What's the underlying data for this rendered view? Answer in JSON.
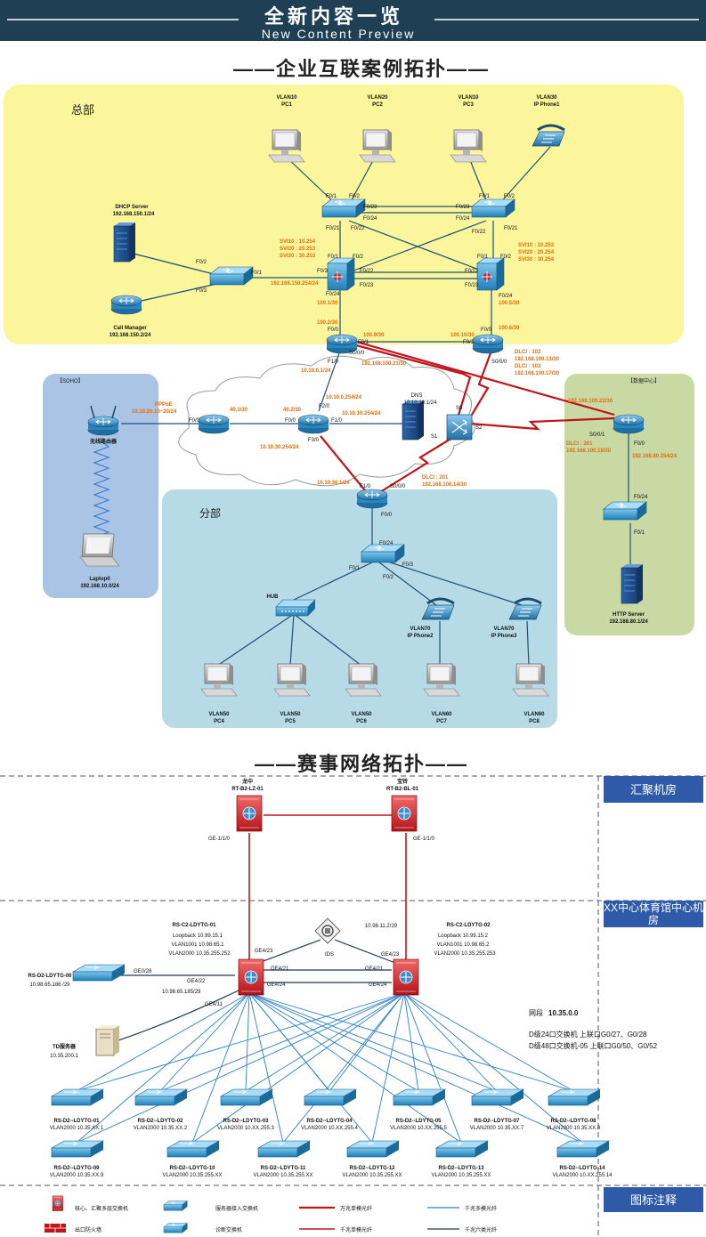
{
  "header": {
    "title": "全新内容一览",
    "subtitle": "New Content Preview"
  },
  "section1": {
    "title": "——企业互联案例拓扑——",
    "zones": {
      "hq": "总部",
      "soho": "【SOHO】",
      "branch": "分部",
      "dc": "【数据中心】"
    },
    "hq": {
      "pcs": [
        {
          "vlan": "VLAN10",
          "name": "PC1"
        },
        {
          "vlan": "VLAN20",
          "name": "PC2"
        },
        {
          "vlan": "VLAN10",
          "name": "PC3"
        }
      ],
      "phone": {
        "vlan": "VLAN30",
        "name": "IP Phone1"
      },
      "dhcp": {
        "name": "DHCP Server",
        "ip": "192.168.150.1/24"
      },
      "callmgr": {
        "name": "Call Manager",
        "ip": "192.168.150.2/24"
      },
      "svi_left": [
        "SVI10 : 10.254",
        "SVI20 : 20.253",
        "SVI30 : 30.253"
      ],
      "svi_right": [
        "SVI10 : 10.253",
        "SVI20 : 20.254",
        "SVI30 : 30.254"
      ],
      "access_ports_left": [
        "F0/1",
        "F0/2",
        "F0/23",
        "F0/24",
        "F0/21",
        "F0/22"
      ],
      "access_ports_right": [
        "F0/1",
        "F0/2",
        "F0/23",
        "F0/24",
        "F0/21",
        "F0/22"
      ],
      "core_ports_left": [
        "F0/1",
        "F0/2",
        "F0/3",
        "F0/22",
        "F0/23",
        "F0/24"
      ],
      "core_ports_right": [
        "F0/1",
        "F0/2",
        "F0/22",
        "F0/23",
        "F0/24"
      ],
      "sw_ports": [
        "F0/2",
        "F0/1",
        "F0/3"
      ],
      "link_left": "192.168.150.254/24",
      "core_left_ip": "100.1/30",
      "core_left_ip2": "100.2/30",
      "core_right_ip": "100.5/30",
      "core_right_ip2": "100.6/30",
      "r1": {
        "f00": "F0/0",
        "f01": "F0/1",
        "s000": "S0/0/0",
        "f10": "F1/0",
        "ip1": "100.9/30",
        "ip2": "192.168.100.21/30"
      },
      "r2": {
        "f00": "F0/0",
        "f01": "F0/1",
        "s000": "S0/0/0",
        "ip": "100.10/30",
        "dlci": [
          "DLCI : 102",
          "192.168.100.13/30",
          "DLCI : 103",
          "192.168.100.17/30"
        ]
      }
    },
    "wan": {
      "r1_ip": "10.10.0.1/24",
      "cloud_ip1": "10.10.0.254/24",
      "cloud_ip2": "10.10.10.254/24",
      "dns": {
        "name": "DNS",
        "ip": "10.10.10.1/24"
      },
      "pppoe": [
        "PPPoE",
        "10.10.20.10~20/24"
      ],
      "isp_ports": [
        "40.1/30",
        "40.2/30",
        "F0/0",
        "F0/0",
        "F1/0",
        "F2/0",
        "F3/0"
      ],
      "isp_ip": "10.10.30.254/24",
      "fr_ports": [
        "S0",
        "S1",
        "S2"
      ]
    },
    "soho": {
      "router": "无线路由器",
      "laptop": "Laptop0",
      "laptop_ip": "192.168.10.0/24"
    },
    "branch": {
      "router_ports": [
        "F1/0",
        "S0/0/0",
        "F0/0"
      ],
      "router_ip": "10.10.30.1/24",
      "dlci": [
        "DLCI : 201",
        "192.168.100.14/30"
      ],
      "sw_ports": [
        "F0/24",
        "F0/1",
        "F0/2",
        "F0/3"
      ],
      "hub": "HUB",
      "phones": [
        {
          "vlan": "VLAN70",
          "name": "IP Phone2"
        },
        {
          "vlan": "VLAN70",
          "name": "IP Phone3"
        }
      ],
      "pcs": [
        {
          "vlan": "VLAN50",
          "name": "PC4"
        },
        {
          "vlan": "VLAN50",
          "name": "PC5"
        },
        {
          "vlan": "VLAN50",
          "name": "PC6"
        },
        {
          "vlan": "VLAN60",
          "name": "PC7"
        },
        {
          "vlan": "VLAN60",
          "name": "PC8"
        }
      ]
    },
    "dc": {
      "ip_top": "192.168.100.22/30",
      "ports": [
        "S0/0/1",
        "F0/0",
        "F0/24",
        "F0/1"
      ],
      "dlci": [
        "DLCI : 301",
        "192.168.100.18/30"
      ],
      "lan_ip": "192.168.80.254/24",
      "server": {
        "name": "HTTP Server",
        "ip": "192.168.80.1/24"
      }
    }
  },
  "section2": {
    "title": "——赛事网络拓扑——",
    "tiers": [
      "汇聚机房",
      "XX中心体育馆中心机房",
      "图标注释"
    ],
    "agg": [
      {
        "site": "龙中",
        "name": "RT-B2-LZ-01",
        "port": "GE-1/1/0"
      },
      {
        "site": "宝铃",
        "name": "RT-B2-BL-01",
        "port": "GE-1/1/0"
      }
    ],
    "core1": {
      "name": "RS-C2-LDYTG-01",
      "lines": [
        "Loopback 10.99.15.1",
        "VLAN1001 10.98.65.1",
        "VLAN2000 10.35.255.252"
      ]
    },
    "core2": {
      "name": "RS-C2-LDYTG-02",
      "lines": [
        "Loopback 10.99.15.2",
        "VLAN1001 10.98.65.2",
        "VLAN2000 10.35.255.253"
      ]
    },
    "ids": {
      "name": "IDS",
      "ip": "10.98.11.2/29"
    },
    "ports": [
      "GE4/23",
      "GE4/23",
      "GE4/21",
      "GE4/21",
      "GE4/24",
      "GE4/24",
      "GE0/28",
      "GE4/22",
      "GE4/11"
    ],
    "d00": {
      "name": "RS-D2-LDYTG-00",
      "ip": "10.98.65.186 /29"
    },
    "d00_link_ip": "10.98.65.185/29",
    "td": {
      "name": "TD服务器",
      "ip": "10.35.200.1"
    },
    "segment": {
      "label": "网段",
      "value": "10.35.0.0"
    },
    "notes": [
      "D级24口交换机 上联口G0/27、G0/28",
      "D级48口交换机-05  上联口G0/50、G0/52"
    ],
    "row1": [
      {
        "name": "RS-D2--LDYTG-01",
        "ip": "VLAN2000 10.35.XX.1"
      },
      {
        "name": "RS-D2--LDYTG-02",
        "ip": "VLAN2000 10.35.XX.2"
      },
      {
        "name": "RS-D2--LDYTG-03",
        "ip": "VLAN2000 10.XX.255.3"
      },
      {
        "name": "RS-D2--LDYTG-04",
        "ip": "VLAN2000 10.XX.255.4"
      },
      {
        "name": "RS-D2--LDYTG-05",
        "ip": "VLAN2000 10.XX.255.5"
      },
      {
        "name": "RS-D2--LDYTG-07",
        "ip": "VLAN2000 10.35.XX.7"
      },
      {
        "name": "RS-D2--LDYTG-08",
        "ip": "VLAN2000 10.35.XX.8"
      }
    ],
    "row2": [
      {
        "name": "RS-D2--LDYTG-09",
        "ip": "VLAN2000 10.35.XX.9"
      },
      {
        "name": "RS-D2--LDYTG-10",
        "ip": "VLAN2000 10.35.255.XX"
      },
      {
        "name": "RS-D2--LDYTG-11",
        "ip": "VLAN2000 10.35.255.XX"
      },
      {
        "name": "RS-D2--LDYTG-12",
        "ip": "VLAN2000 10.35.255.XX"
      },
      {
        "name": "RS-D2--LDYTG-13",
        "ip": "VLAN2000 10.35.255.XX"
      },
      {
        "name": "RS-D2--LDYTG-14",
        "ip": "VLAN2000 10.XX.255.14"
      }
    ],
    "legend": [
      "核心、汇聚多层交换机",
      "服务器接入交换机",
      "万兆单模光纤",
      "千兆多模光纤",
      "出口防火墙",
      "诊断交换机",
      "千兆单模光纤",
      "千兆六类光纤"
    ]
  },
  "colors": {
    "header": "#1f3f55",
    "hq_zone": "#fbf59b",
    "soho_zone": "#a9c4e4",
    "branch_zone": "#b7dbe6",
    "dc_zone": "#c8d9a3",
    "orange_label": "#e46c0a",
    "red_link": "#c0141b",
    "blue_link": "#2d7fc8",
    "tier_box": "#2e5aa8"
  }
}
